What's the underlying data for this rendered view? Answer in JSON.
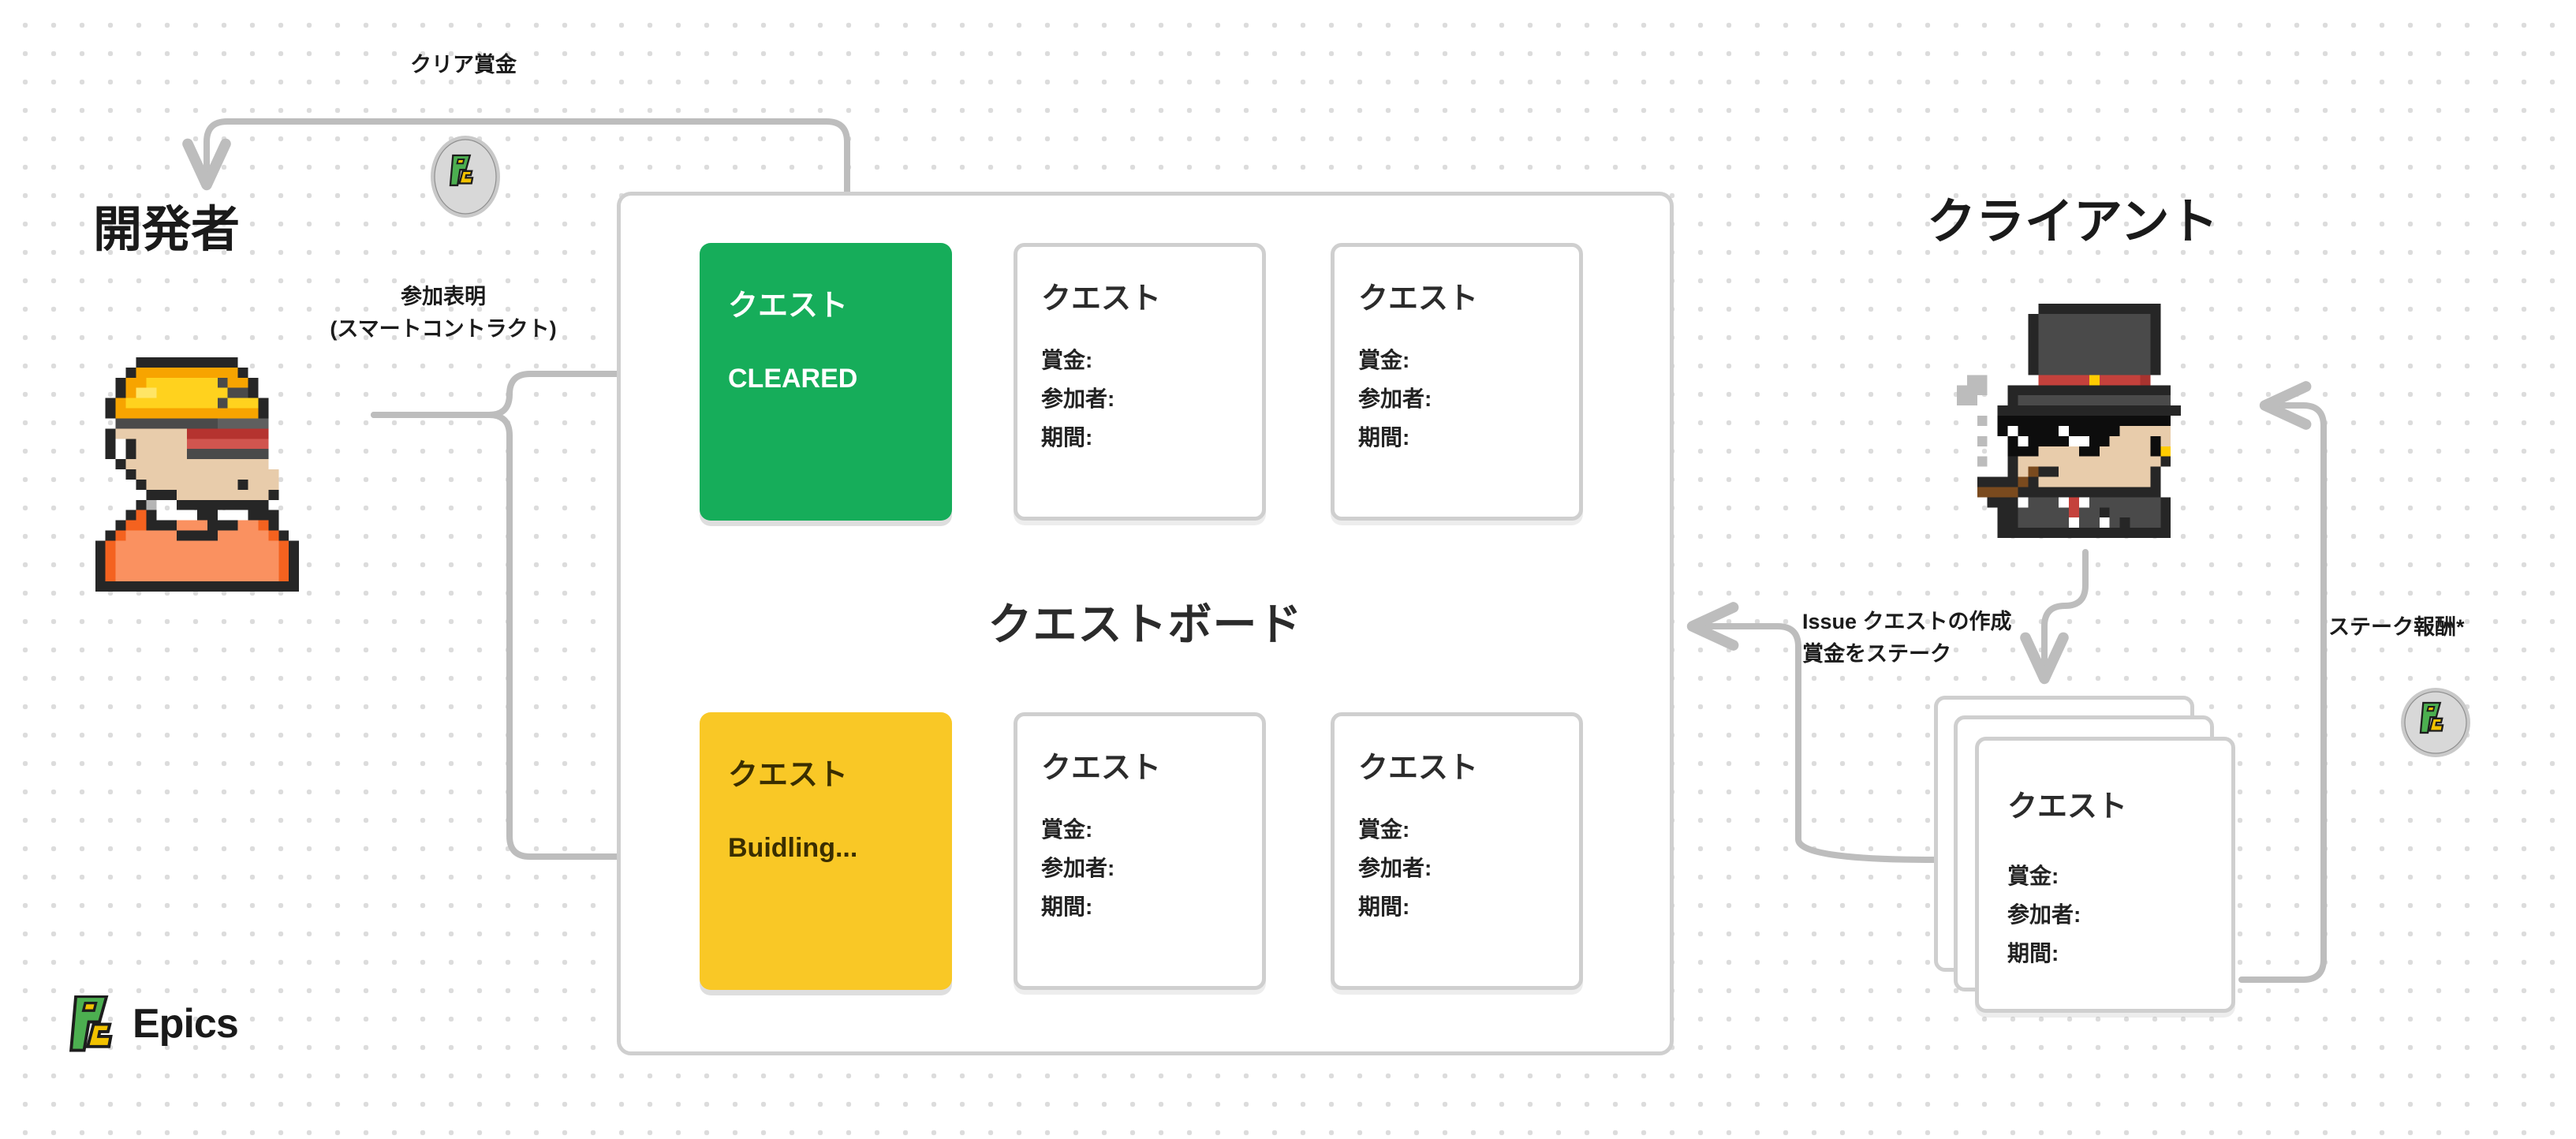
{
  "roles": {
    "developer": "開発者",
    "client": "クライアント"
  },
  "board": {
    "title": "クエストボード",
    "cards_top": [
      {
        "title": "クエスト",
        "status": "CLEARED",
        "kind": "cleared"
      },
      {
        "title": "クエスト",
        "bounty": "賞金:",
        "participants": "参加者:",
        "period": "期間:"
      },
      {
        "title": "クエスト",
        "bounty": "賞金:",
        "participants": "参加者:",
        "period": "期間:"
      }
    ],
    "cards_bottom": [
      {
        "title": "クエスト",
        "status": "Buidling...",
        "kind": "building"
      },
      {
        "title": "クエスト",
        "bounty": "賞金:",
        "participants": "参加者:",
        "period": "期間:"
      },
      {
        "title": "クエスト",
        "bounty": "賞金:",
        "participants": "参加者:",
        "period": "期間:"
      }
    ]
  },
  "stacked_quest": {
    "title": "クエスト",
    "bounty": "賞金:",
    "participants": "参加者:",
    "period": "期間:"
  },
  "flows": {
    "clear_reward": "クリア賞金",
    "join_line1": "参加表明",
    "join_line2": "(スマートコントラクト)",
    "issue_line1": "Issue クエストの作成",
    "issue_line2": "賞金をステーク",
    "stake_reward": "ステーク報酬*"
  },
  "brand": {
    "name": "Epics",
    "logo": "epics-logo-icon"
  },
  "icons": {
    "coin": "epics-coin-icon",
    "developer": "developer-pixel-avatar-icon",
    "client": "client-pixel-avatar-icon"
  },
  "colors": {
    "cleared": "#16AD5A",
    "building": "#F9C826",
    "border": "#CFCFCF",
    "arrow": "#BDBDBD",
    "text": "#1A1A1A",
    "logo_green": "#4CAF50",
    "logo_yellow": "#F2C200"
  }
}
